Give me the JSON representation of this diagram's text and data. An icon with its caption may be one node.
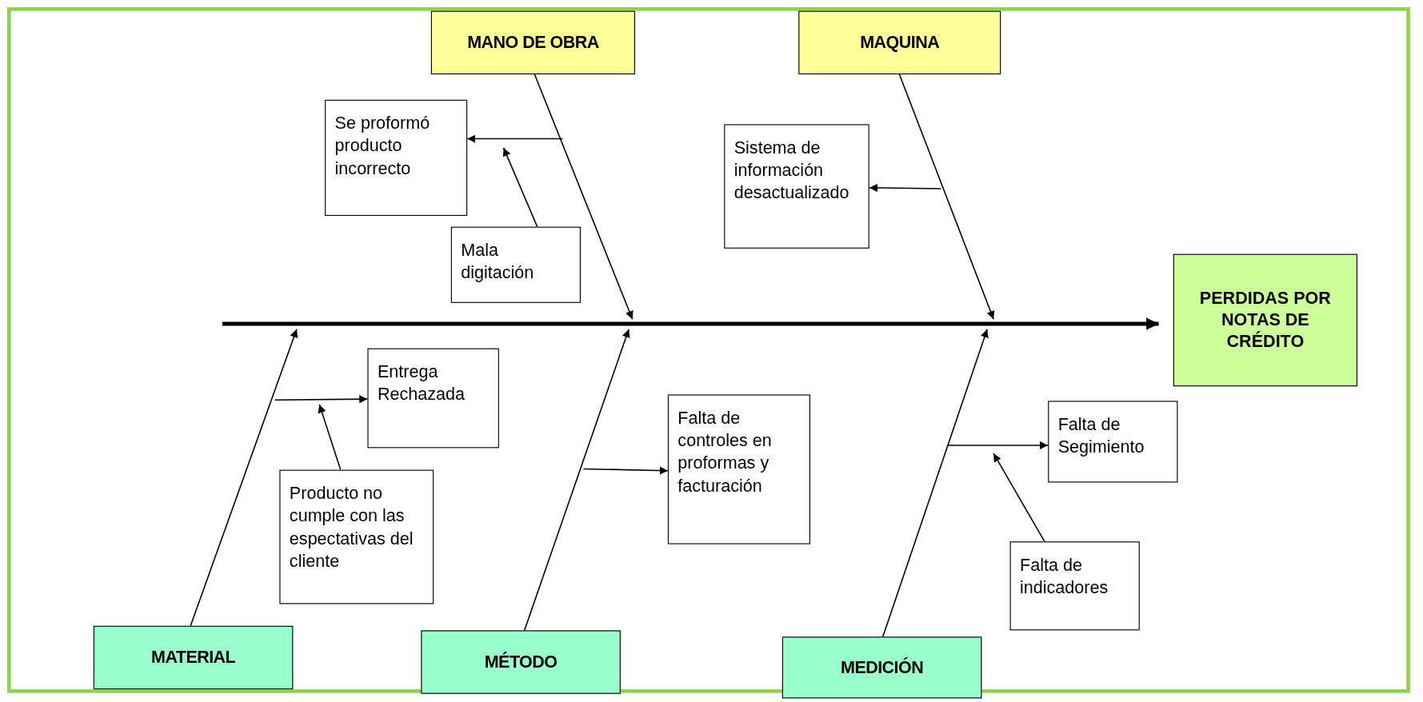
{
  "diagram": {
    "nodes": [
      {
        "text": [
          "MANO DE OBRA"
        ]
      },
      {
        "text": [
          "MAQUINA"
        ]
      },
      {
        "text": [
          "Se proformó producto incorrecto"
        ]
      },
      {
        "text": [
          "Sistema de información desactualizado"
        ]
      },
      {
        "text": [
          "Mala digitación"
        ]
      },
      {
        "text": [
          "PERDIDAS POR NOTAS DE CRÉDITO"
        ]
      },
      {
        "text": [
          "Entrega Rechazada"
        ]
      },
      {
        "text": [
          "Falta de controles en proformas y facturación"
        ]
      },
      {
        "text": [
          "Falta de Segimiento"
        ]
      },
      {
        "text": [
          "Producto no cumple con las espectativas del cliente"
        ]
      },
      {
        "text": [
          "Falta de indicadores"
        ]
      },
      {
        "text": [
          "MATERIAL"
        ]
      },
      {
        "text": [
          "MÉTODO"
        ]
      },
      {
        "text": [
          "MEDICIÓN"
        ]
      }
    ],
    "edges": [
      {
        "from": null,
        "to": 5,
        "arrow": "to",
        "style": "thick"
      },
      {
        "from": 0,
        "to": null,
        "arrow": "to"
      },
      {
        "from": 1,
        "to": null,
        "arrow": "to"
      },
      {
        "from": 11,
        "to": null,
        "arrow": "to"
      },
      {
        "from": 12,
        "to": null,
        "arrow": "to"
      },
      {
        "from": 13,
        "to": null,
        "arrow": "to"
      },
      {
        "from": null,
        "to": 2,
        "arrow": "to"
      },
      {
        "from": 4,
        "to": null,
        "arrow": "to"
      },
      {
        "from": null,
        "to": 3,
        "arrow": "to"
      },
      {
        "from": null,
        "to": 6,
        "arrow": "to"
      },
      {
        "from": 9,
        "to": null,
        "arrow": "to"
      },
      {
        "from": null,
        "to": 7,
        "arrow": "to"
      },
      {
        "from": null,
        "to": 8,
        "arrow": "to"
      },
      {
        "from": 10,
        "to": null,
        "arrow": "to"
      }
    ]
  }
}
